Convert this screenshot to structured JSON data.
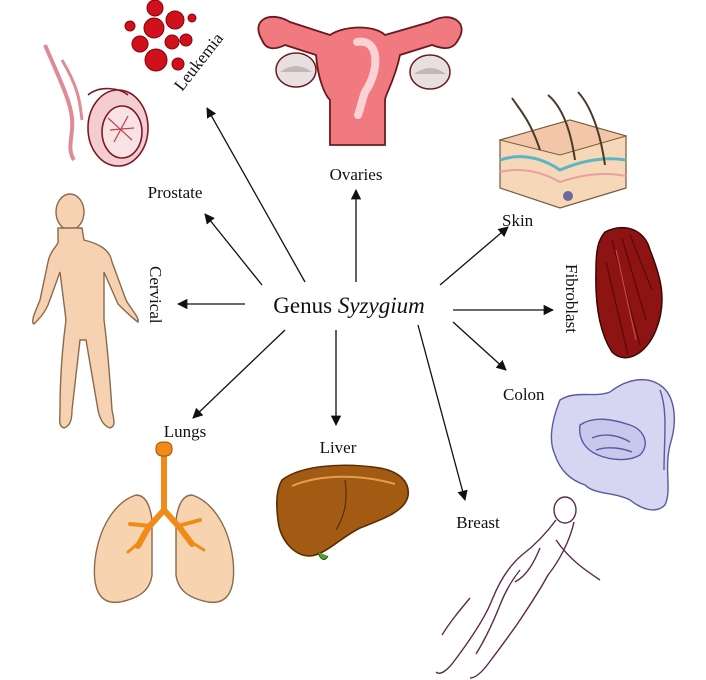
{
  "center": {
    "prefix": "Genus",
    "genus": "Syzygium"
  },
  "targets": {
    "leukemia": "Leukemia",
    "ovaries": "Ovaries",
    "prostate": "Prostate",
    "skin": "Skin",
    "cervical": "Cervical",
    "fibroblast": "Fibroblast",
    "colon": "Colon",
    "lungs": "Lungs",
    "liver": "Liver",
    "breast": "Breast"
  },
  "colors": {
    "arrow": "#111111",
    "blood": "#d0101a",
    "uterus": "#f07a80",
    "skin_tone": "#f6d2b2",
    "fibroblast": "#8e1414",
    "colon": "#d6d6f2",
    "lung": "#f7d3b0",
    "bronchi": "#f08a18",
    "liver": "#a35a12"
  }
}
